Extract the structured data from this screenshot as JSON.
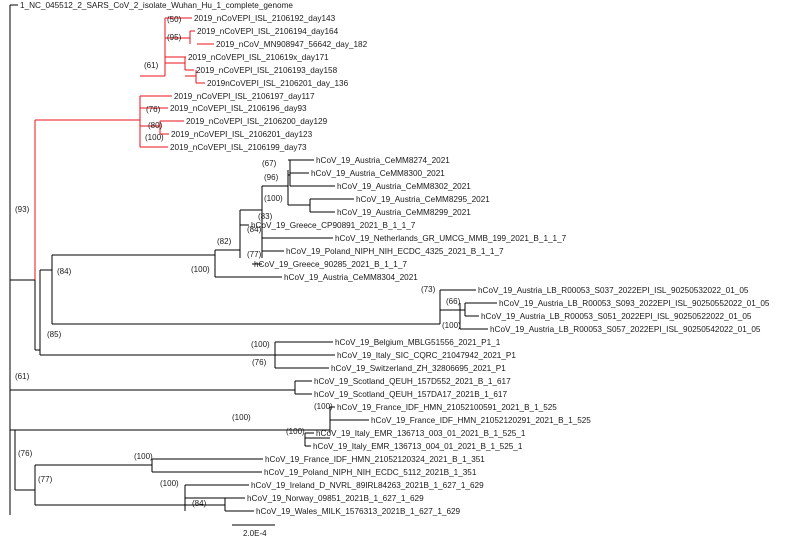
{
  "line_colors": {
    "default": "#000000",
    "highlight": "#e8121a"
  },
  "root_label": "1_NC_045512_2_SARS_CoV_2_isolate_Wuhan_Hu_1_complete_genome",
  "scale_label": "2.0E-4",
  "tips": [
    "2019_nCoVEPI_ISL_2106192_day143",
    "2019_nCoVEPI_ISL_2106194_day164",
    "2019_nCoV_MN908947_56642_day_182",
    "2019_nCoVEPI_ISL_210619x_day171",
    "2019_nCoVEPI_ISL_2106193_day158",
    "2019nCoVEPI_ISL_2106201_day_136",
    "2019_nCoVEPI_ISL_2106197_day117",
    "2019_nCoVEPI_ISL_2106196_day93",
    "2019_nCoVEPI_ISL_2106200_day129",
    "2019_nCoVEPI_ISL_2106201_day123",
    "2019_nCoVEPI_ISL_2106199_day73",
    "hCoV_19_Austria_CeMM8274_2021",
    "hCoV_19_Austria_CeMM8300_2021",
    "hCoV_19_Austria_CeMM8302_2021",
    "hCoV_19_Austria_CeMM8295_2021",
    "hCoV_19_Austria_CeMM8299_2021",
    "hCoV_19_Greece_CP90891_2021_B_1_1_7",
    "hCoV_19_Netherlands_GR_UMCG_MMB_199_2021_B_1_1_7",
    "hCoV_19_Poland_NIPH_NIH_ECDC_4325_2021_B_1_1_7",
    "hCoV_19_Greece_90285_2021_B_1_1_7",
    "hCoV_19_Austria_CeMM8304_2021",
    "hCoV_19_Austria_LB_R00053_S037_2022EPI_ISL_90250532022_01_05",
    "hCoV_19_Austria_LB_R00053_S093_2022EPI_ISL_90250552022_01_05",
    "hCoV_19_Austria_LB_R00053_S051_2022EPI_ISL_90250522022_01_05",
    "hCoV_19_Austria_LB_R00053_S057_2022EPI_ISL_90250542022_01_05",
    "hCoV_19_Belgium_MBLG51556_2021_P1_1",
    "hCoV_19_Italy_SIC_CQRC_21047942_2021_P1",
    "hCoV_19_Switzerland_ZH_32806695_2021_P1",
    "hCoV_19_Scotland_QEUH_157D552_2021_B_1_617",
    "hCoV_19_Scotland_QEUH_157DA17_2021B_1_617",
    "hCoV_19_France_IDF_HMN_21052100591_2021_B_1_525",
    "hCoV_19_France_IDF_HMN_21052120291_2021_B_1_525",
    "hCoV_19_Italy_EMR_136713_003_01_2021_B_1_525_1",
    "hCoV_19_Italy_EMR_136713_004_01_2021_B_1_525_1",
    "hCoV_19_France_IDF_HMN_21052120324_2021_B_1_351",
    "hCoV_19_Poland_NIPH_NIH_ECDC_5112_2021B_1_351",
    "hCoV_19_Ireland_D_NVRL_89IRL84263_2021B_1_627_1_629",
    "hCoV_19_Norway_09851_2021B_1_627_1_629",
    "hCoV_19_Wales_MILK_1576313_2021B_1_627_1_629"
  ],
  "support_values": [
    "(50)",
    "(95)",
    "(61)",
    "(76)",
    "(80)",
    "(100)",
    "(93)",
    "(67)",
    "(96)",
    "(100)",
    "(83)",
    "(84)",
    "(82)",
    "(77)",
    "(100)",
    "(84)",
    "(73)",
    "(66)",
    "(100)",
    "(85)",
    "(100)",
    "(76)",
    "(61)",
    "(100)",
    "(100)",
    "(100)",
    "(76)",
    "(100)",
    "(77)",
    "(100)",
    "(84)"
  ]
}
